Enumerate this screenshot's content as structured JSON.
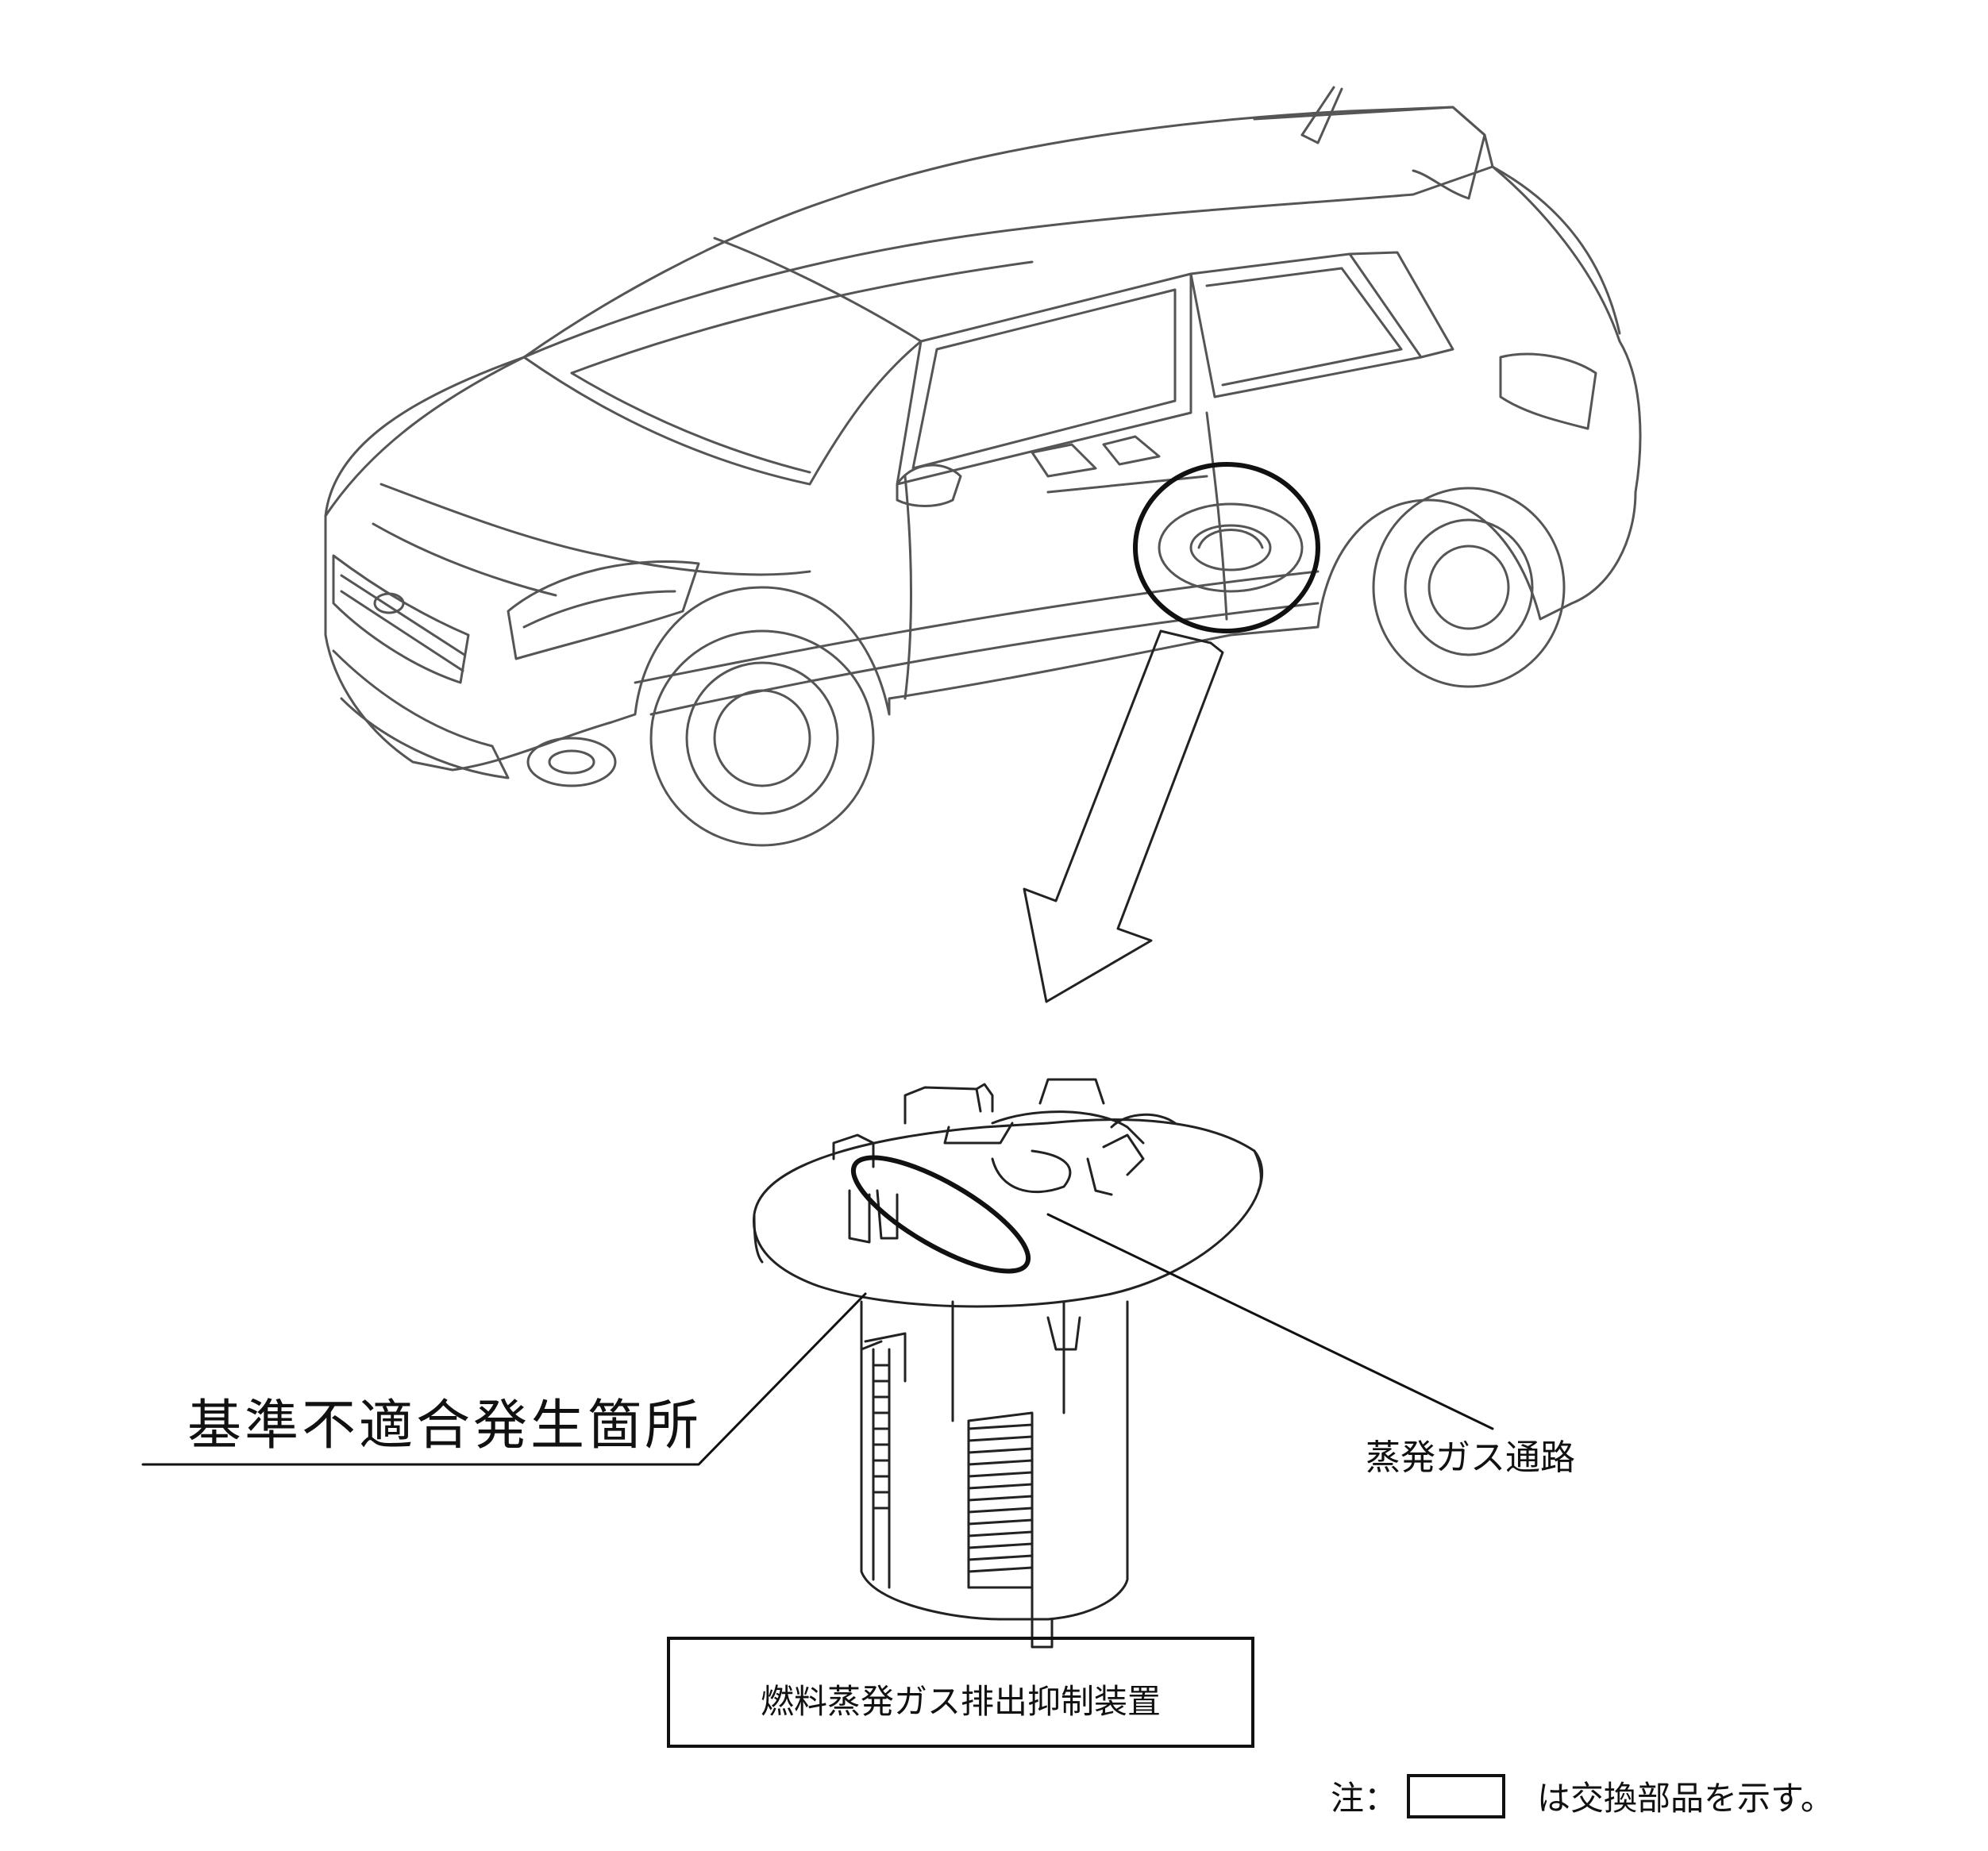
{
  "labels": {
    "defect_location": "基準不適合発生箇所",
    "vapor_passage": "蒸発ガス通路",
    "part_name": "燃料蒸発ガス排出抑制装置"
  },
  "note": {
    "prefix": "注：",
    "suffix": "は交換部品を示す。"
  },
  "icons": {
    "car": "hatchback-car-line-drawing",
    "pump": "fuel-pump-module-line-drawing",
    "arrow": "large-outline-arrow"
  },
  "colors": {
    "line": "#111111",
    "background": "#ffffff"
  }
}
